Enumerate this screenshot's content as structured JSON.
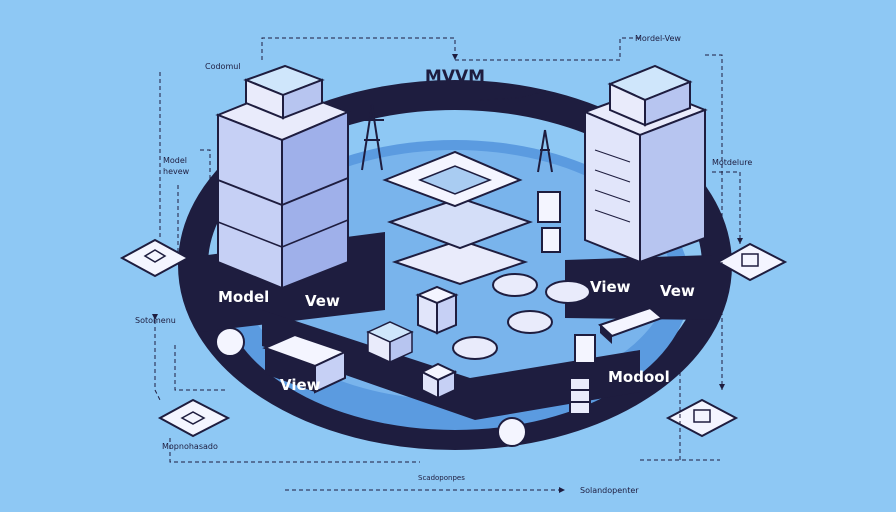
{
  "diagram": {
    "title": "MVVM",
    "band_labels": {
      "model_left": "Model",
      "view_left": "Vew",
      "view_right": "View",
      "view_far_right": "Vew",
      "view_lower_left": "View",
      "model_lower_right": "Modool"
    },
    "annotations": {
      "top_left": "Codomul",
      "top_right": "Mordel-Vew",
      "left_upper_1": "Model",
      "left_upper_2": "hevew",
      "left_middle": "Sotomenu",
      "right_upper": "Motdelure",
      "bottom_left": "Mopnohasado",
      "bottom_right": "Solandopenter",
      "bottom_center": "Scadoponpes"
    }
  }
}
